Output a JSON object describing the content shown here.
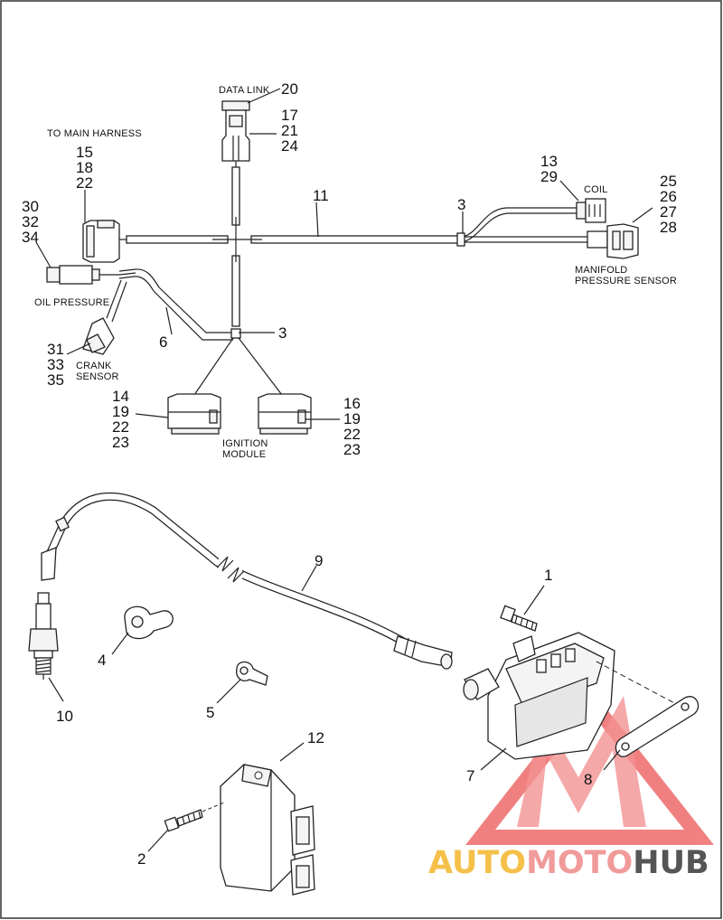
{
  "labels": {
    "data_link": "DATA LINK",
    "to_main_harness": "TO MAIN HARNESS",
    "coil": "COIL",
    "manifold_line1": "MANIFOLD",
    "manifold_line2": "PRESSURE SENSOR",
    "oil_pressure": "OIL PRESSURE",
    "crank_line1": "CRANK",
    "crank_line2": "SENSOR",
    "ignition_line1": "IGNITION",
    "ignition_line2": "MODULE"
  },
  "callouts": {
    "n20": "20",
    "n17": "17",
    "n21": "21",
    "n24": "24",
    "n15": "15",
    "n18": "18",
    "n22a": "22",
    "n30": "30",
    "n32": "32",
    "n34": "34",
    "n11": "11",
    "n3a": "3",
    "n3b": "3",
    "n13": "13",
    "n29": "29",
    "n25": "25",
    "n26": "26",
    "n27": "27",
    "n28": "28",
    "n6": "6",
    "n31": "31",
    "n33": "33",
    "n35": "35",
    "n14": "14",
    "n19a": "19",
    "n22b": "22",
    "n23a": "23",
    "n16": "16",
    "n19b": "19",
    "n22c": "22",
    "n23b": "23",
    "n9": "9",
    "n1": "1",
    "n4": "4",
    "n10": "10",
    "n5": "5",
    "n7": "7",
    "n8": "8",
    "n12": "12",
    "n2": "2"
  },
  "watermark": {
    "part1": "AUTO",
    "part2": "MOTO",
    "part3": "HUB",
    "color_yellow": "#f5c04a",
    "color_red": "#ee5555",
    "color_gray": "#555555"
  }
}
